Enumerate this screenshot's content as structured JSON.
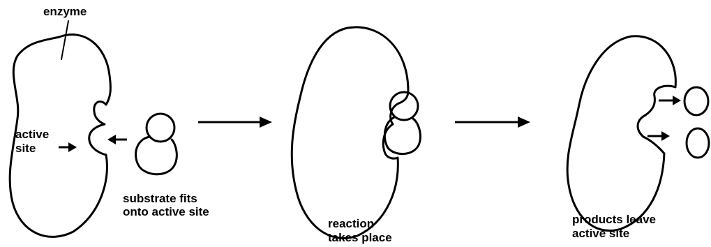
{
  "colors": {
    "stroke": "#000000",
    "background": "#ffffff"
  },
  "labels": {
    "enzyme": "enzyme",
    "active_site_line1": "active",
    "active_site_line2": "site",
    "substrate_line1": "substrate fits",
    "substrate_line2": "onto active site",
    "reaction_line1": "reaction",
    "reaction_line2": "takes place",
    "products_line1": "products leave",
    "products_line2": "active site"
  },
  "stages": [
    {
      "name": "substrate-approaches"
    },
    {
      "name": "enzyme-substrate-complex"
    },
    {
      "name": "products-released"
    }
  ]
}
